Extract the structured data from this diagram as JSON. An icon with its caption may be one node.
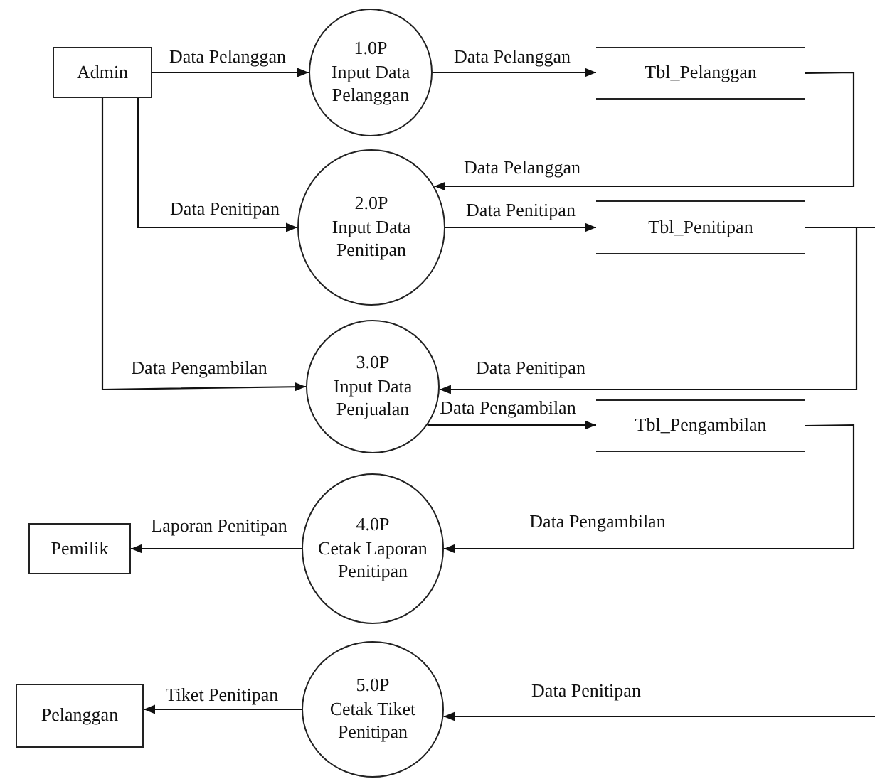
{
  "diagram": {
    "nodes": [
      {
        "text": [
          "Admin"
        ]
      },
      {
        "text": [
          "1.0P",
          "Input Data Pelanggan"
        ]
      },
      {
        "text": [
          "Tbl_Pelanggan"
        ]
      },
      {
        "text": [
          "2.0P",
          "Input Data Penitipan"
        ]
      },
      {
        "text": [
          "Tbl_Penitipan"
        ]
      },
      {
        "text": [
          "3.0P",
          "Input Data Penjualan"
        ]
      },
      {
        "text": [
          "Tbl_Pengambilan"
        ]
      },
      {
        "text": [
          "4.0P",
          "Cetak Laporan Penitipan"
        ]
      },
      {
        "text": [
          "Pemilik"
        ]
      },
      {
        "text": [
          "5.0P",
          "Cetak Tiket Penitipan"
        ]
      },
      {
        "text": [
          "Pelanggan"
        ]
      }
    ],
    "edges": [
      {
        "from": 0,
        "to": 1,
        "arrow": "to",
        "label": "Data Pelanggan"
      },
      {
        "from": 1,
        "to": 2,
        "arrow": "to",
        "label": "Data Pelanggan"
      },
      {
        "from": 2,
        "to": 3,
        "arrow": "to",
        "label": "Data Pelanggan"
      },
      {
        "from": 0,
        "to": 3,
        "arrow": "to",
        "label": "Data Penitipan"
      },
      {
        "from": 3,
        "to": 4,
        "arrow": "to",
        "label": "Data Penitipan"
      },
      {
        "from": 0,
        "to": 5,
        "arrow": "to",
        "label": "Data Pengambilan"
      },
      {
        "from": 4,
        "to": 5,
        "arrow": "to",
        "label": "Data Penitipan"
      },
      {
        "from": 5,
        "to": 6,
        "arrow": "to",
        "label": "Data Pengambilan"
      },
      {
        "from": 6,
        "to": 7,
        "arrow": "to",
        "label": "Data Pengambilan"
      },
      {
        "from": 7,
        "to": 8,
        "arrow": "to",
        "label": "Laporan Penitipan"
      },
      {
        "from": 4,
        "to": 9,
        "arrow": "to",
        "label": "Data Penitipan"
      },
      {
        "from": 9,
        "to": 10,
        "arrow": "to",
        "label": "Tiket Penitipan"
      }
    ]
  }
}
